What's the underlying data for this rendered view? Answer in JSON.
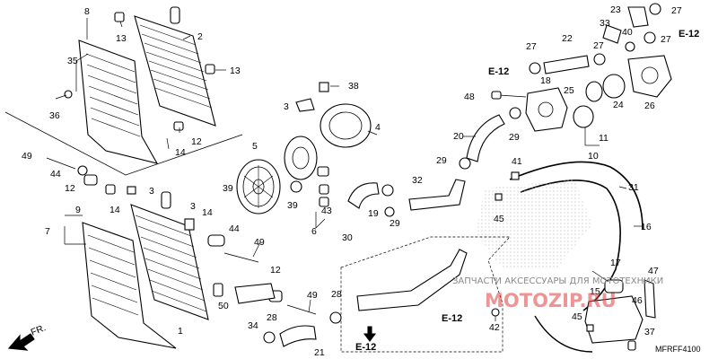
{
  "diagram_code": "MFRFF4100",
  "front_label": "FR.",
  "watermark": {
    "line1": "ЗАПЧАСТИ АКСЕССУАРЫ ДЛЯ МОТОТЕХНИКИ",
    "line2": "MOTOZIP.RU"
  },
  "refs": [
    "E-12",
    "E-12",
    "E-12",
    "E-12"
  ],
  "labels": {
    "p1": "1",
    "p2": "2",
    "p3a": "3",
    "p3b": "3",
    "p3c": "3",
    "p4": "4",
    "p5": "5",
    "p6": "6",
    "p7": "7",
    "p8": "8",
    "p9": "9",
    "p10": "10",
    "p11": "11",
    "p12a": "12",
    "p12b": "12",
    "p12c": "12",
    "p13a": "13",
    "p13b": "13",
    "p14a": "14",
    "p14b": "14",
    "p14c": "14",
    "p15": "15",
    "p16": "16",
    "p17": "17",
    "p18": "18",
    "p19": "19",
    "p20": "20",
    "p21": "21",
    "p22": "22",
    "p23": "23",
    "p24": "24",
    "p25": "25",
    "p26": "26",
    "p27a": "27",
    "p27b": "27",
    "p27c": "27",
    "p27d": "27",
    "p28a": "28",
    "p28b": "28",
    "p29a": "29",
    "p29b": "29",
    "p29c": "29",
    "p30": "30",
    "p31": "31",
    "p32": "32",
    "p33": "33",
    "p34": "34",
    "p35": "35",
    "p36": "36",
    "p37": "37",
    "p38": "38",
    "p39a": "39",
    "p39b": "39",
    "p40": "40",
    "p41": "41",
    "p42": "42",
    "p43": "43",
    "p44a": "44",
    "p44b": "44",
    "p45a": "45",
    "p45b": "45",
    "p46": "46",
    "p47": "47",
    "p48": "48",
    "p49a": "49",
    "p49b": "49",
    "p49c": "49",
    "p50": "50"
  }
}
